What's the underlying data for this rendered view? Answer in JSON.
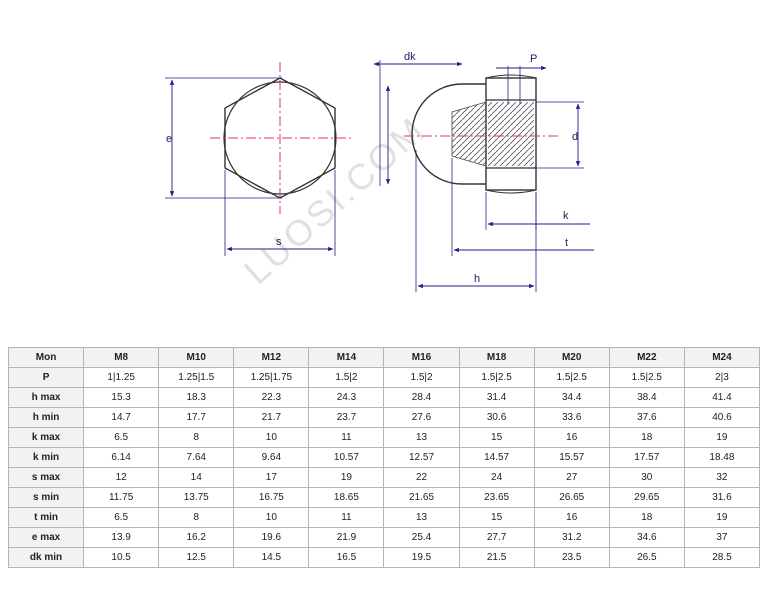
{
  "drawing": {
    "labels": {
      "e": "e",
      "s": "s",
      "dk": "dk",
      "p": "P",
      "d": "d",
      "k": "k",
      "t": "t",
      "h": "h"
    },
    "watermark": "LUOSI.COM",
    "colors": {
      "dimension_line": "#1f1f8a",
      "center_line": "#e0306a",
      "outline": "#333333"
    }
  },
  "table": {
    "header_label": "Mon",
    "sizes": [
      "M8",
      "M10",
      "M12",
      "M14",
      "M16",
      "M18",
      "M20",
      "M22",
      "M24"
    ],
    "rows": [
      {
        "label": "P",
        "values": [
          "1|1.25",
          "1.25|1.5",
          "1.25|1.75",
          "1.5|2",
          "1.5|2",
          "1.5|2.5",
          "1.5|2.5",
          "1.5|2.5",
          "2|3"
        ]
      },
      {
        "label": "h max",
        "values": [
          "15.3",
          "18.3",
          "22.3",
          "24.3",
          "28.4",
          "31.4",
          "34.4",
          "38.4",
          "41.4"
        ]
      },
      {
        "label": "h min",
        "values": [
          "14.7",
          "17.7",
          "21.7",
          "23.7",
          "27.6",
          "30.6",
          "33.6",
          "37.6",
          "40.6"
        ]
      },
      {
        "label": "k max",
        "values": [
          "6.5",
          "8",
          "10",
          "11",
          "13",
          "15",
          "16",
          "18",
          "19"
        ]
      },
      {
        "label": "k min",
        "values": [
          "6.14",
          "7.64",
          "9.64",
          "10.57",
          "12.57",
          "14.57",
          "15.57",
          "17.57",
          "18.48"
        ]
      },
      {
        "label": "s max",
        "values": [
          "12",
          "14",
          "17",
          "19",
          "22",
          "24",
          "27",
          "30",
          "32"
        ]
      },
      {
        "label": "s min",
        "values": [
          "11.75",
          "13.75",
          "16.75",
          "18.65",
          "21.65",
          "23.65",
          "26.65",
          "29.65",
          "31.6"
        ]
      },
      {
        "label": "t min",
        "values": [
          "6.5",
          "8",
          "10",
          "11",
          "13",
          "15",
          "16",
          "18",
          "19"
        ]
      },
      {
        "label": "e max",
        "values": [
          "13.9",
          "16.2",
          "19.6",
          "21.9",
          "25.4",
          "27.7",
          "31.2",
          "34.6",
          "37"
        ]
      },
      {
        "label": "dk min",
        "values": [
          "10.5",
          "12.5",
          "14.5",
          "16.5",
          "19.5",
          "21.5",
          "23.5",
          "26.5",
          "28.5"
        ]
      }
    ]
  }
}
